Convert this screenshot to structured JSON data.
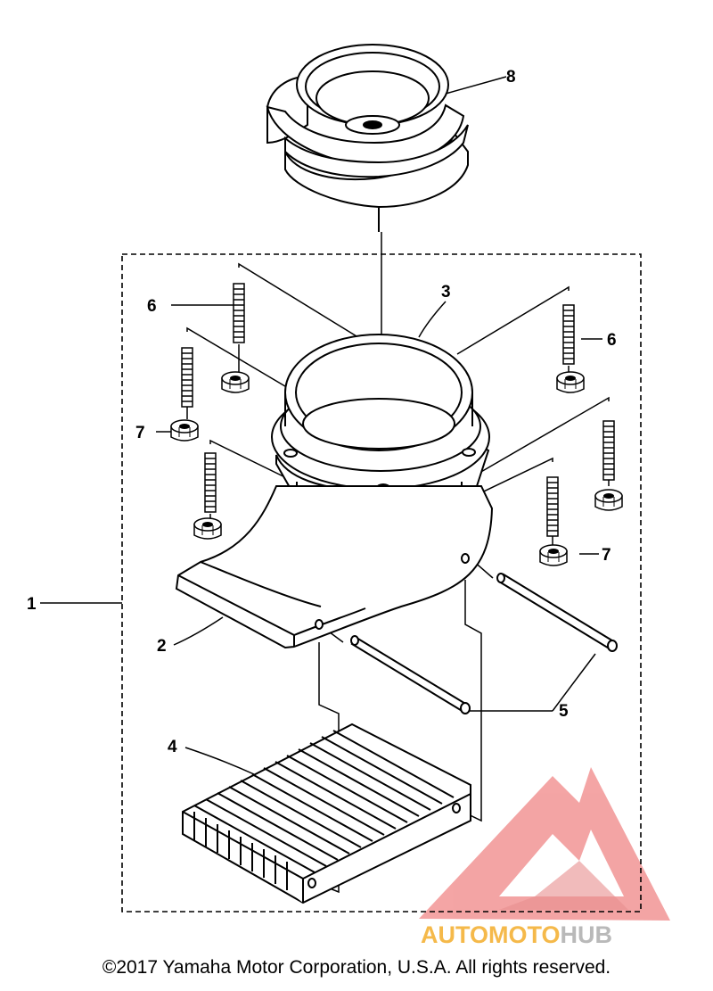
{
  "callouts": {
    "c1": "1",
    "c2": "2",
    "c3": "3",
    "c4": "4",
    "c5": "5",
    "c6a": "6",
    "c6b": "6",
    "c7a": "7",
    "c7b": "7",
    "c8": "8"
  },
  "watermark": {
    "part1": "AUTOMOTO",
    "part2": "HUB",
    "color_primary": "#f7a1a1",
    "color_secondary": "#f5b94a",
    "color_tertiary": "#b9b9b9"
  },
  "copyright": "©2017 Yamaha Motor Corporation, U.S.A. All rights reserved."
}
